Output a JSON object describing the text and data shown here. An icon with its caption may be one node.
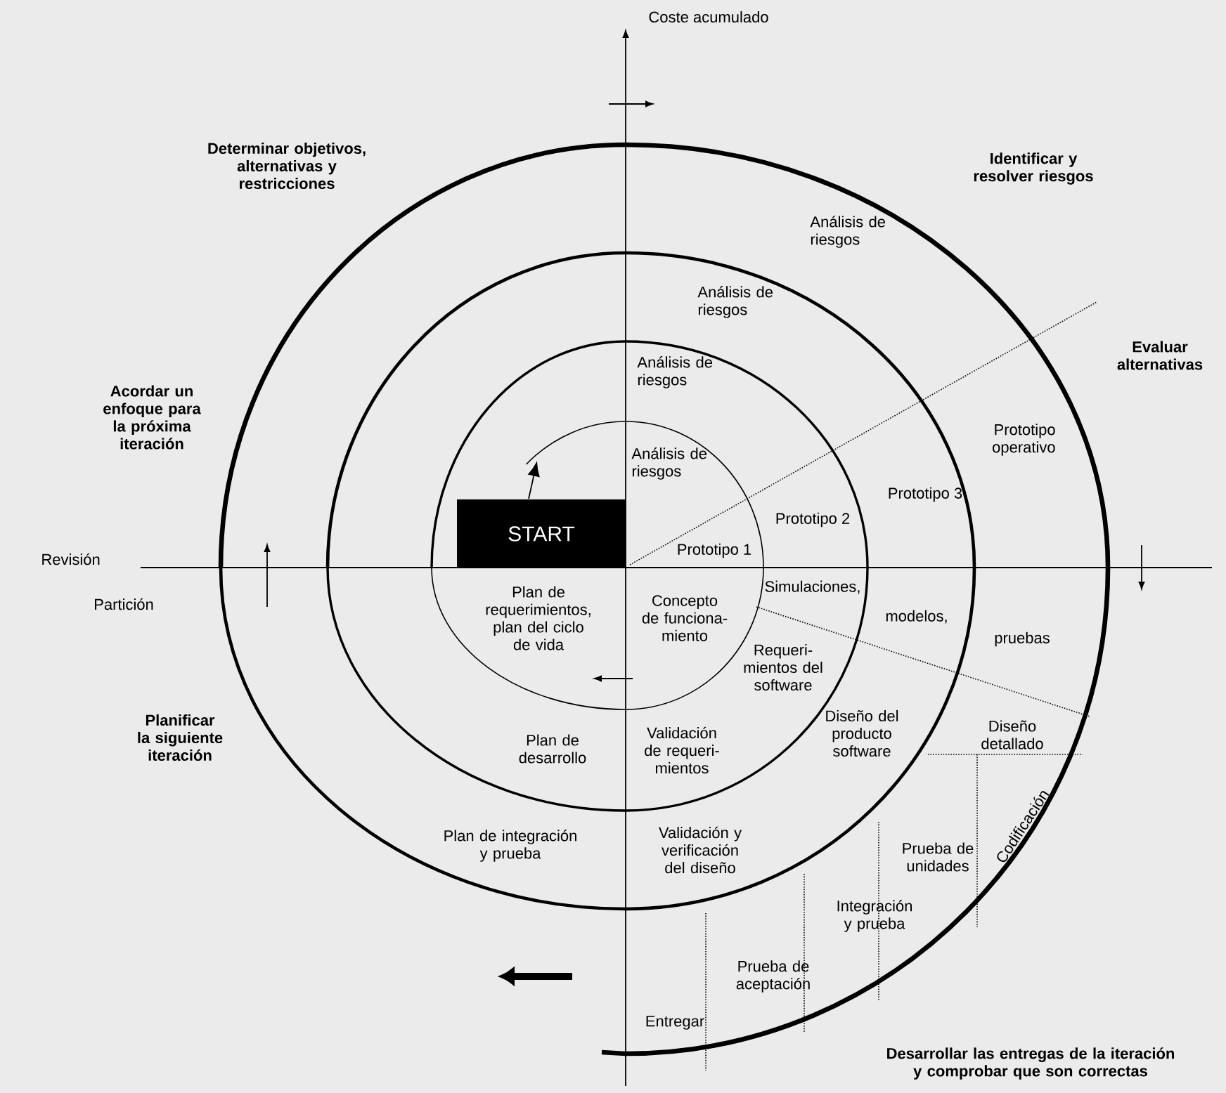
{
  "diagram": {
    "nodes": [
      {
        "text": [
          "START"
        ]
      }
    ],
    "labels": [
      "Coste acumulado",
      "Determinar objetivos, alternativas y restricciones",
      "Identificar y resolver riesgos",
      "Análisis de riesgos",
      "Análisis de riesgos",
      "Análisis de riesgos",
      "Análisis de riesgos",
      "Evaluar alternativas",
      "Acordar un enfoque para la próxima iteración",
      "Prototipo operativo",
      "Prototipo 3",
      "Prototipo 2",
      "Prototipo 1",
      "Revisión",
      "Partición",
      "Plan de requerimientos, plan del ciclo de vida",
      "Concepto de funciona- miento",
      "Simulaciones,",
      "modelos,",
      "pruebas",
      "Requeri- mientos del software",
      "Diseño del producto software",
      "Diseño detallado",
      "Plan de desarrollo",
      "Validación de requeri- mientos",
      "Codificación",
      "Planificar la siguiente iteración",
      "Plan de integración y prueba",
      "Validación y verificación del diseño",
      "Prueba de unidades",
      "Integración y prueba",
      "Prueba de aceptación",
      "Entregar",
      "Desarrollar las entregas de la iteración y comprobar que son correctas"
    ]
  }
}
